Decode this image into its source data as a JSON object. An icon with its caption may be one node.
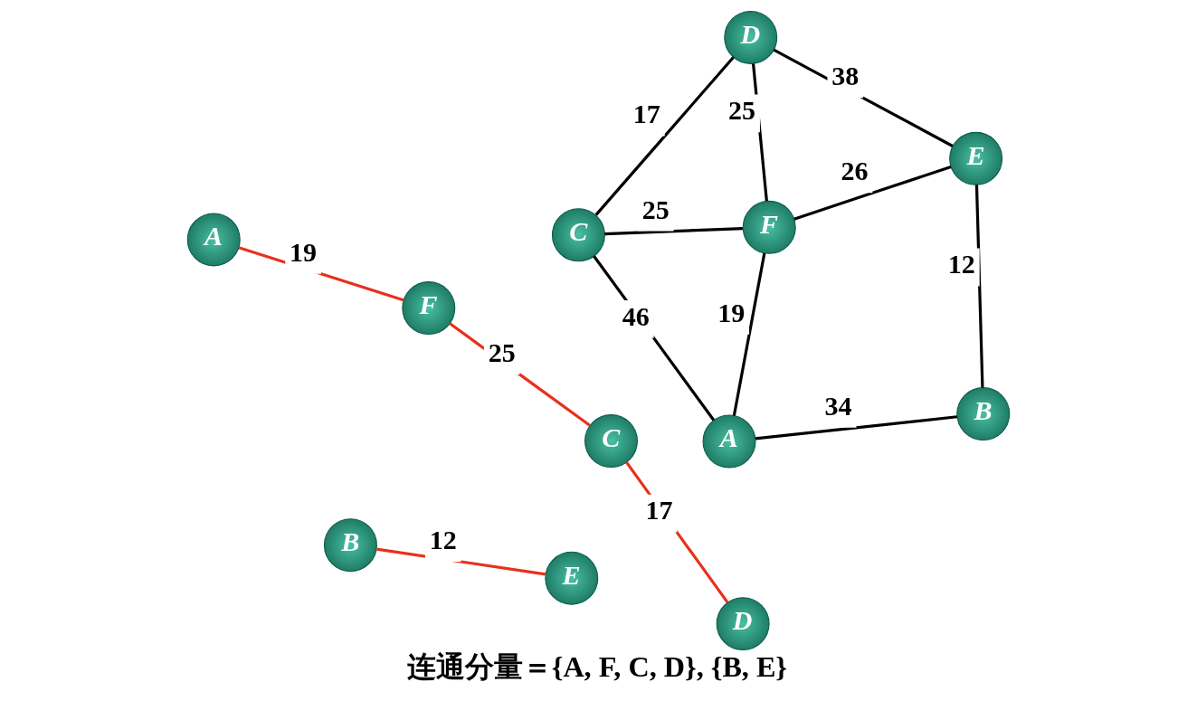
{
  "diagram": {
    "caption": "连通分量＝{A, F, C, D}, {B, E}",
    "nodes": [
      {
        "text": [
          "A"
        ]
      },
      {
        "text": [
          "B"
        ]
      },
      {
        "text": [
          "C"
        ]
      },
      {
        "text": [
          "D"
        ]
      },
      {
        "text": [
          "E"
        ]
      },
      {
        "text": [
          "F"
        ]
      },
      {
        "text": [
          "A"
        ]
      },
      {
        "text": [
          "B"
        ]
      },
      {
        "text": [
          "C"
        ]
      },
      {
        "text": [
          "D"
        ]
      },
      {
        "text": [
          "E"
        ]
      },
      {
        "text": [
          "F"
        ]
      }
    ],
    "edges": [
      {
        "from": 0,
        "to": 1,
        "arrow": "none",
        "label": "34"
      },
      {
        "from": 1,
        "to": 4,
        "arrow": "none",
        "label": "12"
      },
      {
        "from": 0,
        "to": 5,
        "arrow": "none",
        "label": "19"
      },
      {
        "from": 5,
        "to": 4,
        "arrow": "none",
        "label": "26"
      },
      {
        "from": 0,
        "to": 2,
        "arrow": "none",
        "label": "46"
      },
      {
        "from": 5,
        "to": 2,
        "arrow": "none",
        "label": "25"
      },
      {
        "from": 5,
        "to": 3,
        "arrow": "none",
        "label": "25"
      },
      {
        "from": 4,
        "to": 3,
        "arrow": "none",
        "label": "38"
      },
      {
        "from": 2,
        "to": 3,
        "arrow": "none",
        "label": "17"
      },
      {
        "from": 7,
        "to": 10,
        "arrow": "none",
        "label": "12",
        "color": "#e8301c"
      },
      {
        "from": 6,
        "to": 11,
        "arrow": "none",
        "label": "19",
        "color": "#e8301c"
      },
      {
        "from": 11,
        "to": 8,
        "arrow": "none",
        "label": "25",
        "color": "#e8301c"
      },
      {
        "from": 8,
        "to": 9,
        "arrow": "none",
        "label": "17",
        "color": "#e8301c"
      }
    ]
  }
}
